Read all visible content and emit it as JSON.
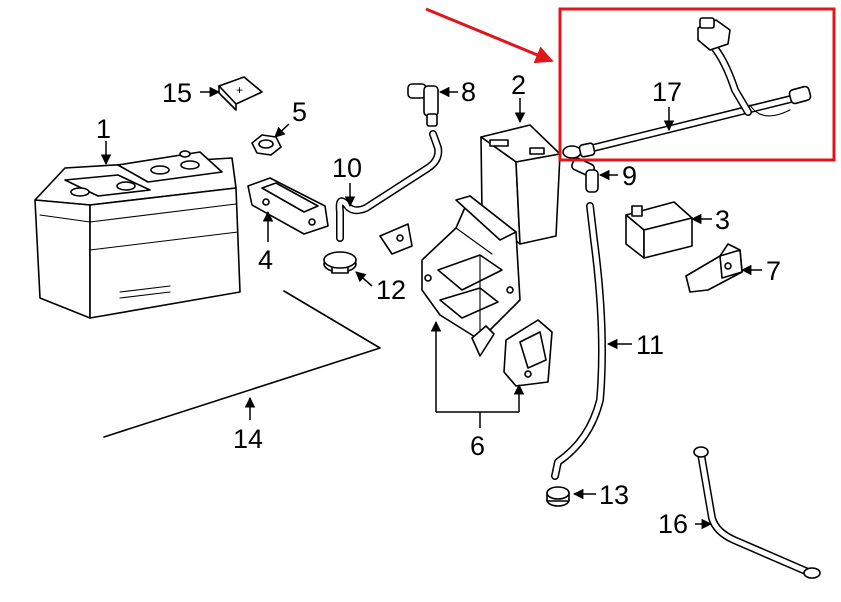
{
  "diagram": {
    "highlight_color": "#e0161b",
    "parts": [
      {
        "id": "1",
        "label": "1"
      },
      {
        "id": "2",
        "label": "2"
      },
      {
        "id": "3",
        "label": "3"
      },
      {
        "id": "4",
        "label": "4"
      },
      {
        "id": "5",
        "label": "5"
      },
      {
        "id": "6",
        "label": "6"
      },
      {
        "id": "7",
        "label": "7"
      },
      {
        "id": "8",
        "label": "8"
      },
      {
        "id": "9",
        "label": "9"
      },
      {
        "id": "10",
        "label": "10"
      },
      {
        "id": "11",
        "label": "11"
      },
      {
        "id": "12",
        "label": "12"
      },
      {
        "id": "13",
        "label": "13"
      },
      {
        "id": "14",
        "label": "14"
      },
      {
        "id": "15",
        "label": "15"
      },
      {
        "id": "16",
        "label": "16"
      },
      {
        "id": "17",
        "label": "17"
      }
    ]
  }
}
